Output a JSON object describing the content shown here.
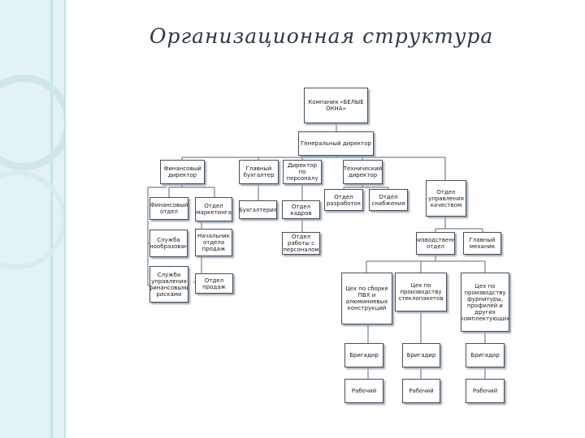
{
  "slide": {
    "title": "Организационная структура"
  },
  "org": {
    "company": "Компания «БЕЛЫЕ ОКНА»",
    "general_director": "Генеральный директор",
    "finance_director": "Финансовый директор",
    "chief_accountant": "Главный бухгалтер",
    "hr_director": "Директор по персоналу",
    "tech_director": "Технический директор",
    "quality_dept": "Отдел управления качеством",
    "finance_dept": "Финансовый отдел",
    "marketing_dept": "Отдел маркетинга",
    "accounting": "Бухгалтерия",
    "hr_dept": "Отдел кадров",
    "dev_dept": "Отдел разработок",
    "supply_dept": "Отдел снабжения",
    "pricing_service": "Служба ценообразования",
    "sales_head": "Начальник отдела продаж",
    "staff_work_dept": "Отдел работы с персоналом",
    "production_dept": "Производственный отдел",
    "engineer": "Главный механик",
    "finance_risk_service": "Служба управления финансовыми рисками",
    "sales_dept": "Отдел продаж",
    "pvc_shop": "Цех по сборке ПВХ и алюминиевых конструкций",
    "glass_shop": "Цех по производству стеклопакетов",
    "metal_shop": "Цех по производству фурнитуры, профилей и других комплектующих",
    "brigadier_1": "Бригадир",
    "brigadier_2": "Бригадир",
    "brigadier_3": "Бригадир",
    "worker_1": "Рабочий",
    "worker_2": "Рабочий",
    "worker_3": "Рабочий"
  }
}
